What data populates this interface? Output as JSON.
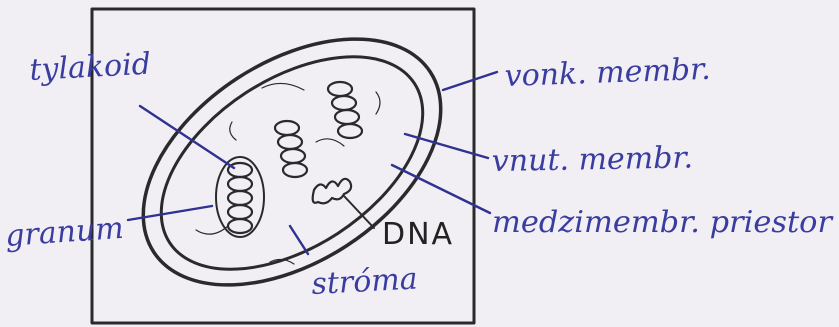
{
  "labels": {
    "thylakoid": "tylakoid",
    "outer_membrane": "vonk. membr.",
    "inner_membrane": "vnut. membr.",
    "granum": "granum",
    "dna": "DNA",
    "intermembrane_space": "medzimembr. priestor",
    "stroma": "stróma"
  },
  "colors": {
    "paper": "#f1eef4",
    "pencil": "#2a2a2a",
    "ink": "#3a3da0"
  }
}
